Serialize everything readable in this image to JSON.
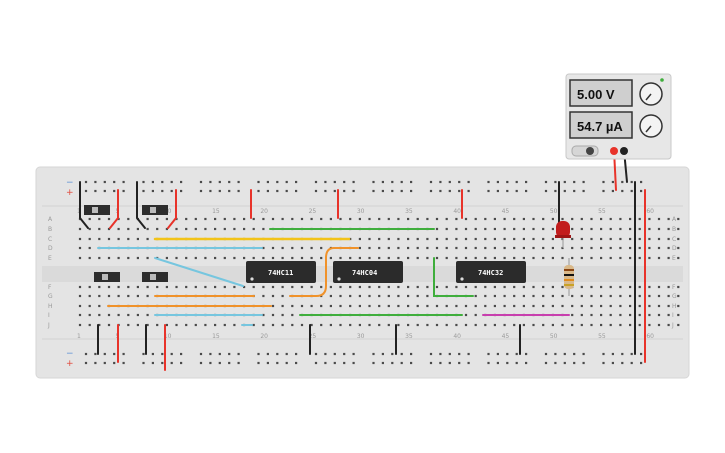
{
  "power_supply": {
    "voltage": "5.00 V",
    "current": "54.7 µA"
  },
  "breadboard": {
    "column_labels": [
      "1",
      "5",
      "10",
      "15",
      "20",
      "25",
      "30",
      "35",
      "40",
      "45",
      "50",
      "55",
      "60"
    ],
    "row_labels_top": [
      "A",
      "B",
      "C",
      "D",
      "E"
    ],
    "row_labels_bottom": [
      "F",
      "G",
      "H",
      "I",
      "J"
    ],
    "rail_minus": "−",
    "rail_plus": "+"
  },
  "chips": [
    {
      "label": "74HC11"
    },
    {
      "label": "74HC04"
    },
    {
      "label": "74HC32"
    }
  ],
  "colors": {
    "board": "#e4e4e4",
    "hole": "#4a4a4a",
    "chip": "#2b2b2b",
    "wire_red": "#e8332a",
    "wire_black": "#222222",
    "wire_yellow": "#f2c318",
    "wire_lightblue": "#76c6df",
    "wire_green": "#3fae3c",
    "wire_orange": "#f0922a",
    "wire_magenta": "#c83fae",
    "led": "#c21d1d"
  }
}
